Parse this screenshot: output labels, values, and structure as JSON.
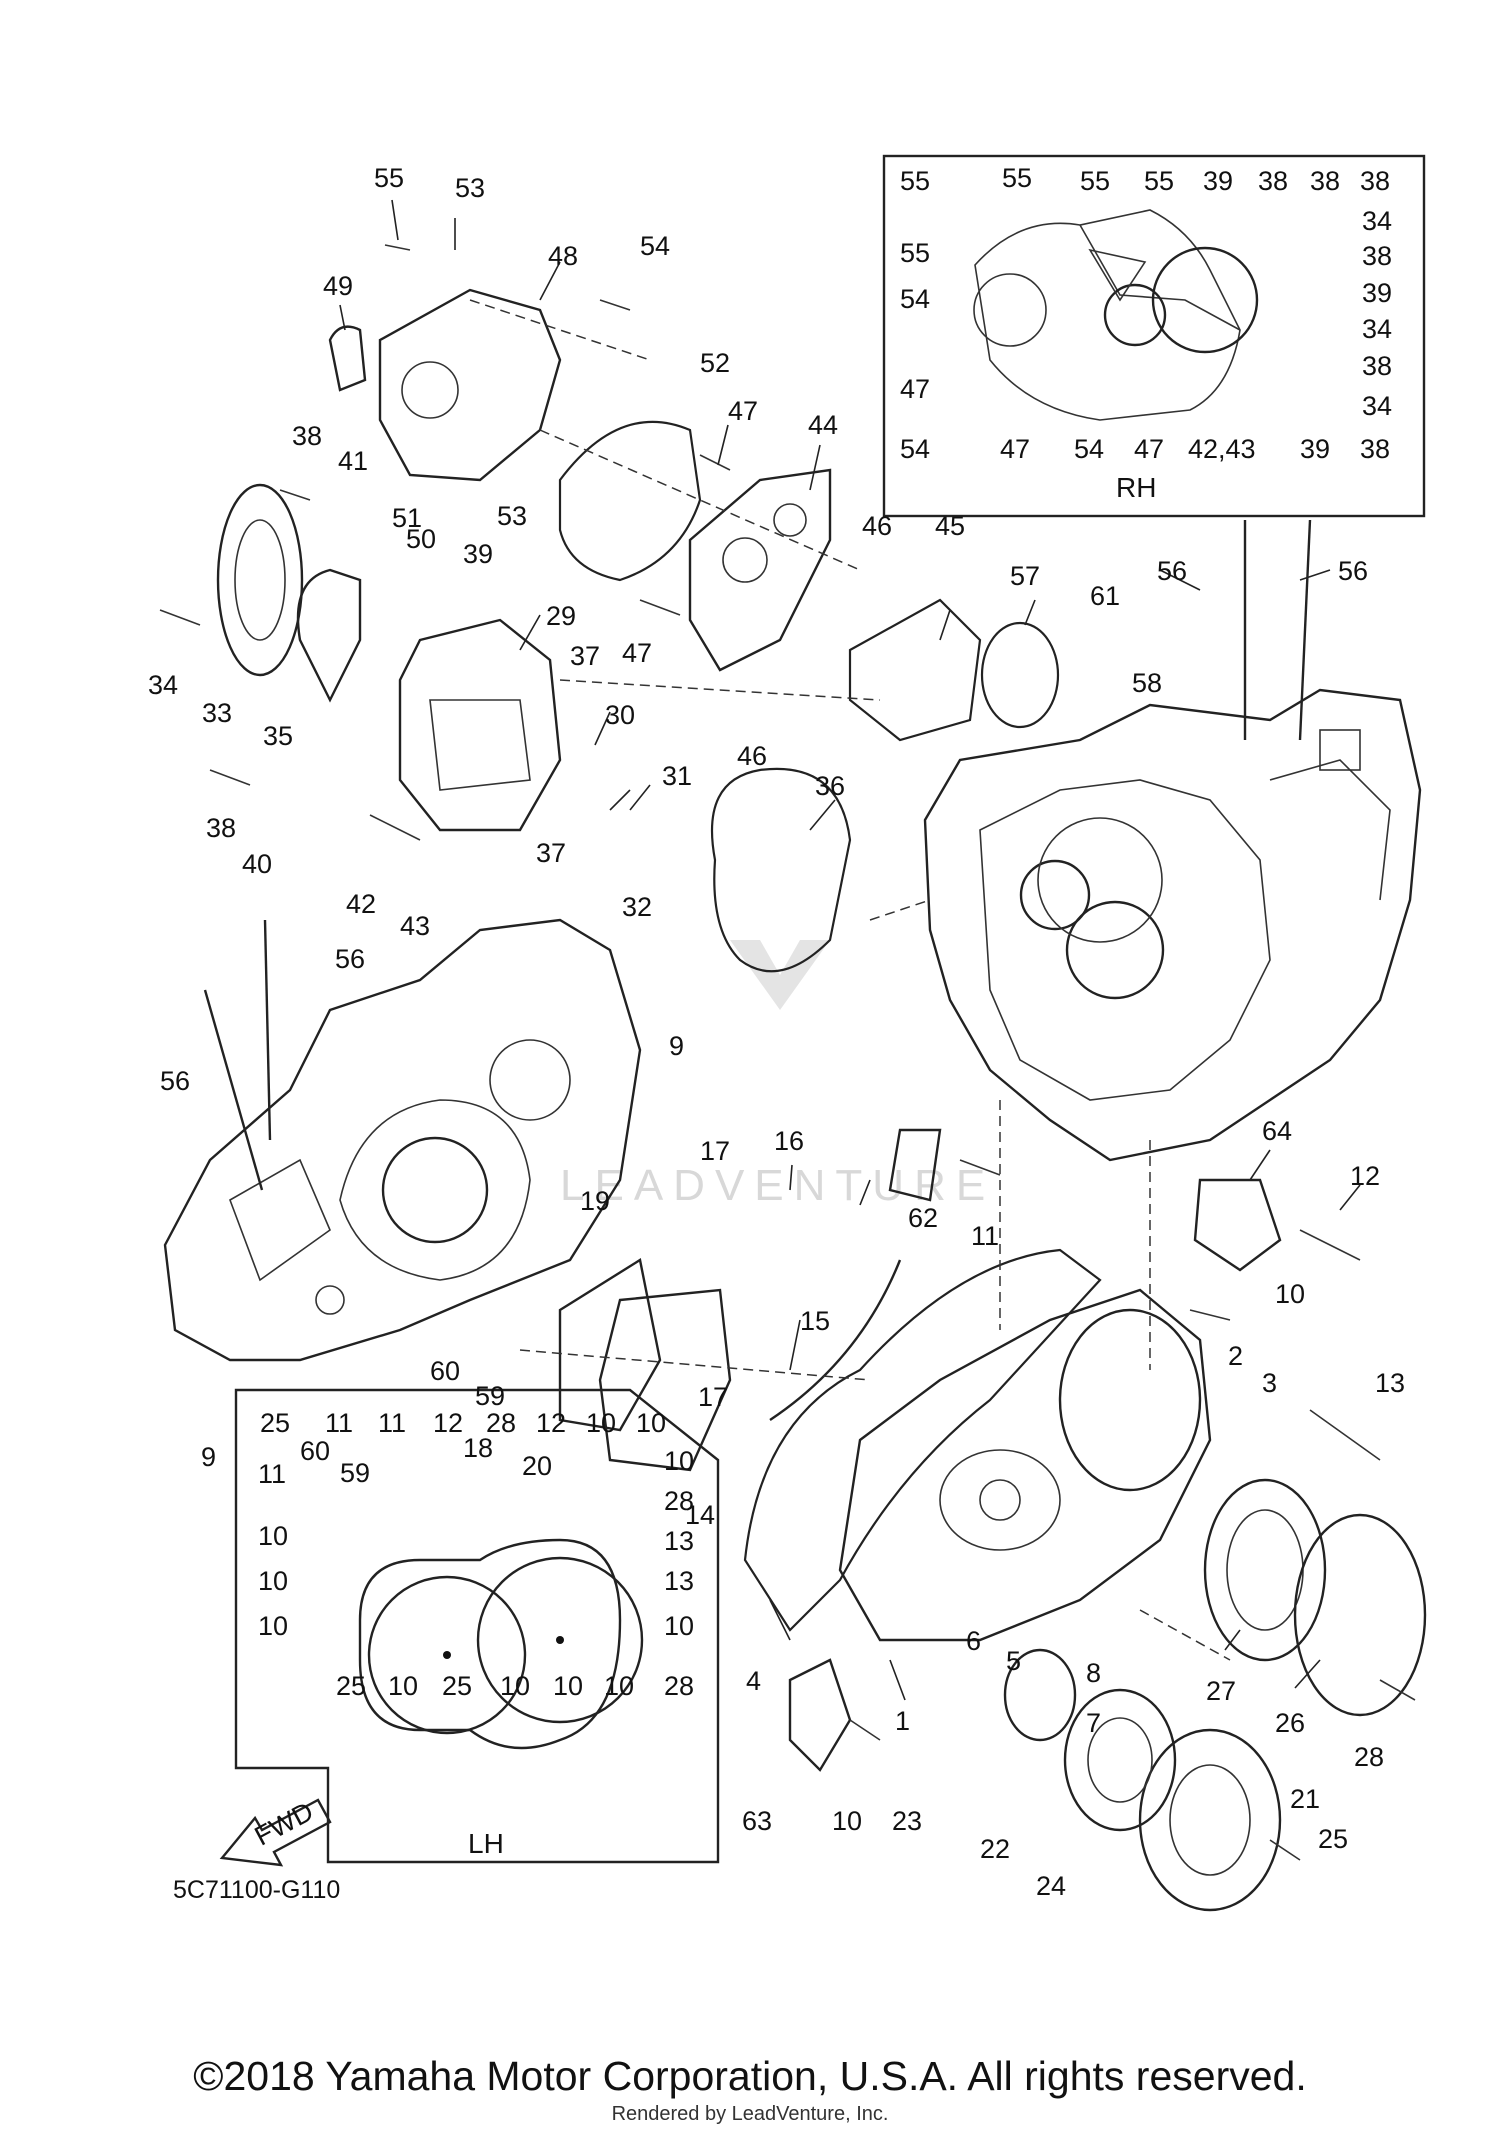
{
  "drawing_code": "5C71100-G110",
  "copyright": "©2018 Yamaha Motor Corporation, U.S.A. All rights reserved.",
  "render_credit": "Rendered by LeadVenture, Inc.",
  "fwd_label": "FWD",
  "insets": {
    "rh": {
      "title": "RH"
    },
    "lh": {
      "title": "LH"
    }
  },
  "callouts": {
    "main": [
      "55",
      "53",
      "48",
      "54",
      "49",
      "52",
      "47",
      "44",
      "38",
      "41",
      "51",
      "50",
      "53",
      "39",
      "29",
      "46",
      "45",
      "57",
      "61",
      "56",
      "56",
      "34",
      "33",
      "35",
      "37",
      "30",
      "47",
      "58",
      "46",
      "38",
      "40",
      "31",
      "36",
      "37",
      "42",
      "43",
      "32",
      "56",
      "56",
      "9",
      "17",
      "16",
      "62",
      "11",
      "64",
      "12",
      "19",
      "15",
      "10",
      "2",
      "3",
      "13",
      "60",
      "59",
      "60",
      "59",
      "18",
      "20",
      "17",
      "14",
      "9",
      "4",
      "6",
      "5",
      "8",
      "7",
      "1",
      "27",
      "26",
      "28",
      "63",
      "10",
      "23",
      "22",
      "21",
      "25",
      "24"
    ],
    "rh": [
      "55",
      "55",
      "55",
      "55",
      "39",
      "38",
      "38",
      "38",
      "34",
      "55",
      "38",
      "54",
      "39",
      "34",
      "47",
      "38",
      "34",
      "54",
      "47",
      "54",
      "47",
      "42,43",
      "39",
      "38"
    ],
    "lh": [
      "25",
      "11",
      "11",
      "12",
      "28",
      "12",
      "10",
      "10",
      "11",
      "10",
      "28",
      "10",
      "13",
      "10",
      "13",
      "10",
      "10",
      "25",
      "10",
      "25",
      "10",
      "10",
      "10",
      "28"
    ]
  }
}
